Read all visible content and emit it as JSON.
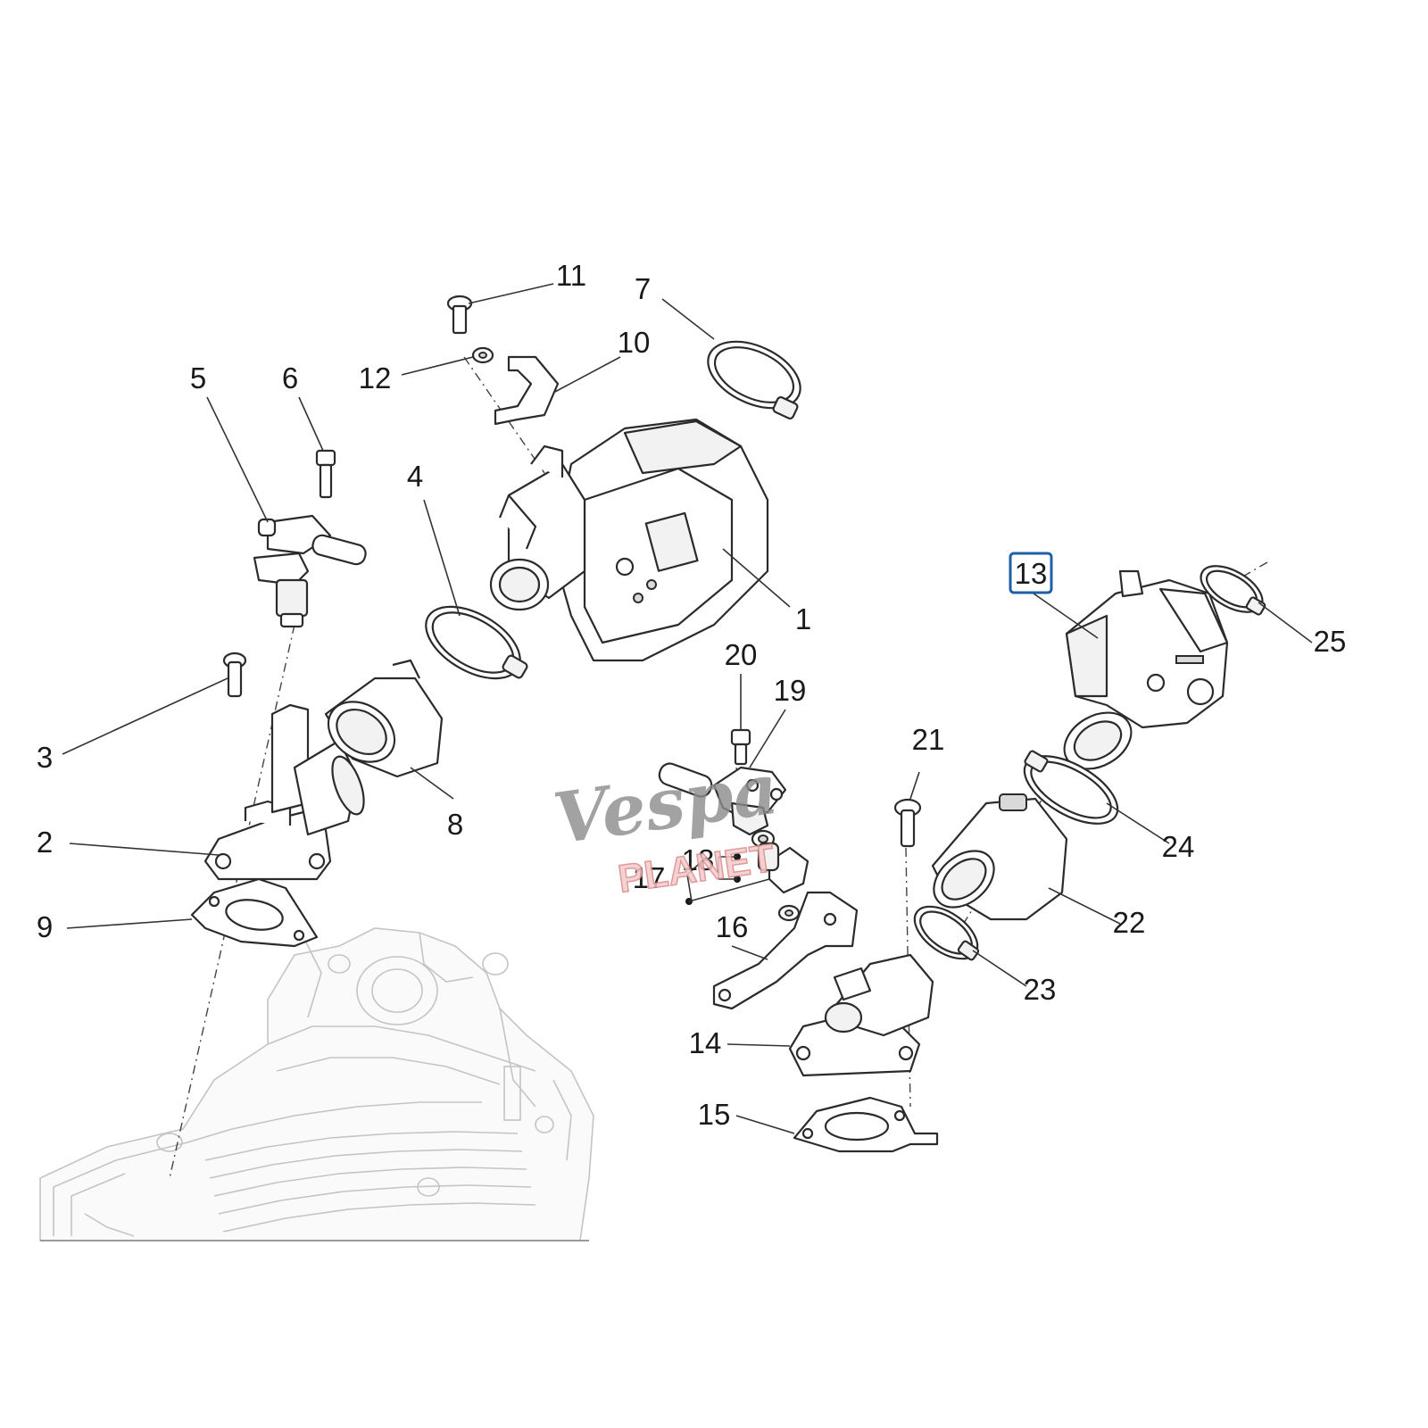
{
  "callouts": [
    {
      "id": "1",
      "label": "1"
    },
    {
      "id": "2",
      "label": "2"
    },
    {
      "id": "3",
      "label": "3"
    },
    {
      "id": "4",
      "label": "4"
    },
    {
      "id": "5",
      "label": "5"
    },
    {
      "id": "6",
      "label": "6"
    },
    {
      "id": "7",
      "label": "7"
    },
    {
      "id": "8",
      "label": "8"
    },
    {
      "id": "9",
      "label": "9"
    },
    {
      "id": "10",
      "label": "10"
    },
    {
      "id": "11",
      "label": "11"
    },
    {
      "id": "12",
      "label": "12"
    },
    {
      "id": "13",
      "label": "13",
      "highlighted": true
    },
    {
      "id": "14",
      "label": "14"
    },
    {
      "id": "15",
      "label": "15"
    },
    {
      "id": "16",
      "label": "16"
    },
    {
      "id": "17",
      "label": "17"
    },
    {
      "id": "18",
      "label": "18"
    },
    {
      "id": "19",
      "label": "19"
    },
    {
      "id": "20",
      "label": "20"
    },
    {
      "id": "21",
      "label": "21"
    },
    {
      "id": "22",
      "label": "22"
    },
    {
      "id": "23",
      "label": "23"
    },
    {
      "id": "24",
      "label": "24"
    },
    {
      "id": "25",
      "label": "25"
    }
  ],
  "watermark": {
    "script_text": "Vespa",
    "badge_text": "PLANET"
  },
  "colors": {
    "highlight_box": "#1f5fa8",
    "line_art": "#2b2b2b",
    "engine_ghost": "#c4c4c4",
    "watermark_gray": "#8c8c8c",
    "watermark_red": "#d98a8a"
  }
}
